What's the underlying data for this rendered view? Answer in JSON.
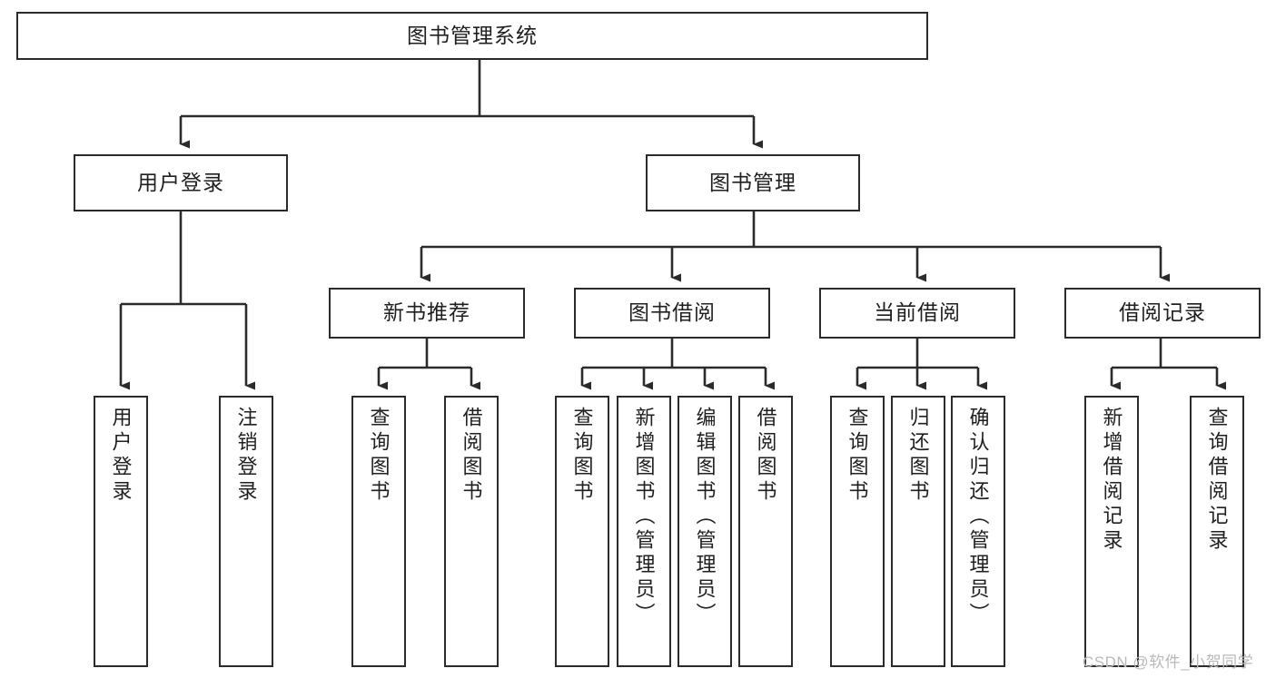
{
  "diagram": {
    "title": "图书管理系统",
    "type": "tree",
    "background_color": "#ffffff",
    "line_color": "#2b2b2b",
    "box_fill": "#ffffff",
    "text_color": "#1f1f1f",
    "root": {
      "label": "图书管理系统"
    },
    "level2": [
      {
        "label": "用户登录"
      },
      {
        "label": "图书管理"
      }
    ],
    "level3": [
      {
        "label": "新书推荐"
      },
      {
        "label": "图书借阅"
      },
      {
        "label": "当前借阅"
      },
      {
        "label": "借阅记录"
      }
    ],
    "leaves": {
      "user_login": [
        {
          "label": "用户登录"
        },
        {
          "label": "注销登录"
        }
      ],
      "new_book_recommend": [
        {
          "label": "查询图书"
        },
        {
          "label": "借阅图书"
        }
      ],
      "book_borrow": [
        {
          "label": "查询图书"
        },
        {
          "label": "新增图书（管理员）"
        },
        {
          "label": "编辑图书（管理员）"
        },
        {
          "label": "借阅图书"
        }
      ],
      "current_borrow": [
        {
          "label": "查询图书"
        },
        {
          "label": "归还图书"
        },
        {
          "label": "确认归还（管理员）"
        }
      ],
      "borrow_record": [
        {
          "label": "新增借阅记录"
        },
        {
          "label": "查询借阅记录"
        }
      ]
    }
  },
  "watermark": {
    "text": "CSDN @软件_小贺同学",
    "color": "#b9b9b9"
  }
}
